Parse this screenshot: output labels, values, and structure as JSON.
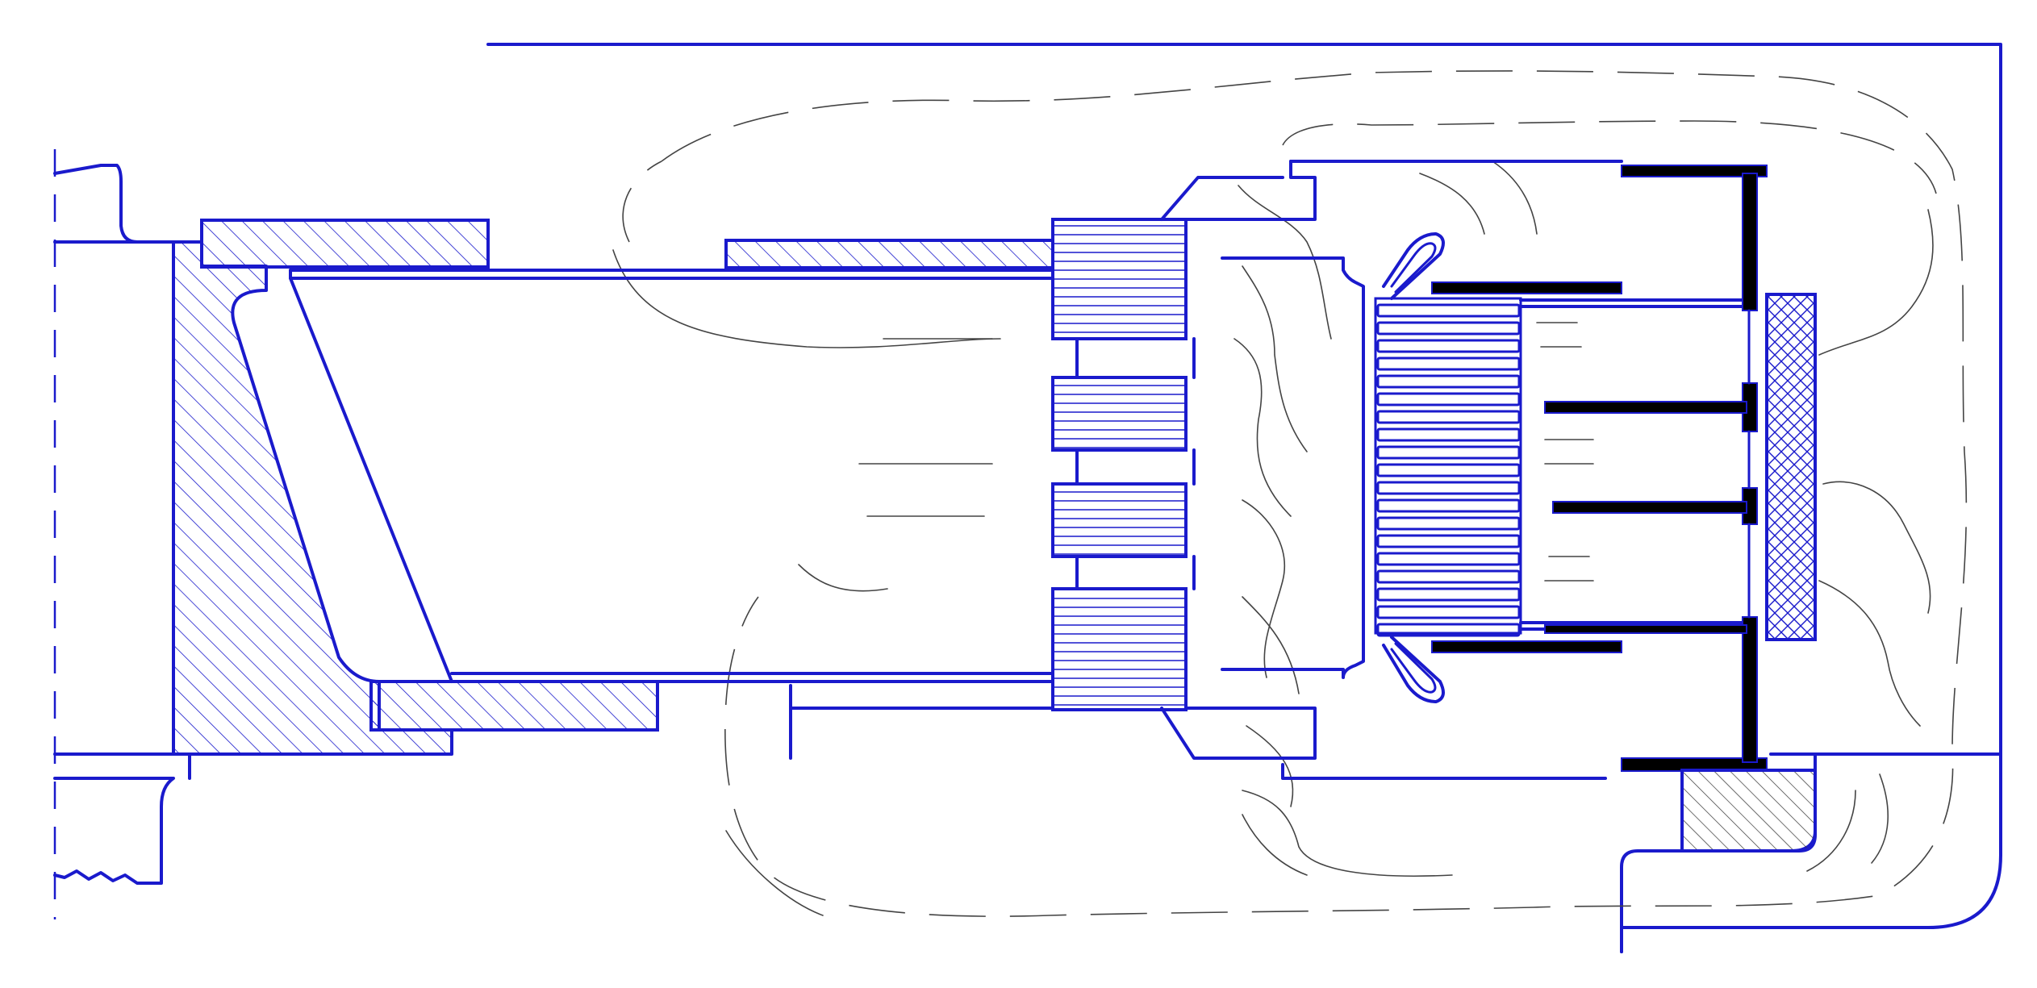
{
  "drawing": {
    "kind": "cross-section engineering drawing",
    "colors": {
      "line": "#1a1acc",
      "black": "#000000",
      "sketch": "#444444",
      "background": "#ffffff"
    },
    "hatch_patterns": [
      "diagonal-hatch",
      "horizontal-lamination",
      "cross-hatch"
    ]
  }
}
